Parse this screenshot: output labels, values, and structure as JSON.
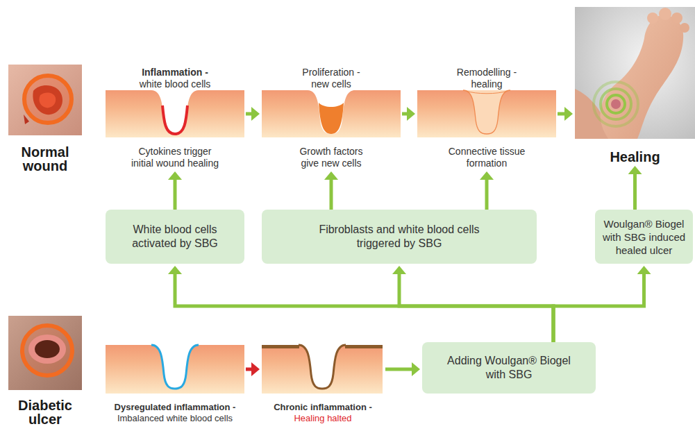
{
  "diagram": {
    "nodes": [
      {
        "text": [
          "Normal wound"
        ]
      },
      {
        "text": [
          "Inflammation -",
          "white blood cells",
          "Cytokines trigger initial wound healing"
        ]
      },
      {
        "text": [
          "Proliferation - new cells",
          "Growth factors give new cells"
        ]
      },
      {
        "text": [
          "Remodelling - healing",
          "Connective tissue formation"
        ]
      },
      {
        "text": [
          "Healing"
        ]
      },
      {
        "text": [
          "White blood cells activated by SBG"
        ]
      },
      {
        "text": [
          "Fibroblasts and white blood cells triggered by SBG"
        ]
      },
      {
        "text": [
          "Woulgan® Biogel with SBG induced healed ulcer"
        ]
      },
      {
        "text": [
          "Diabetic ulcer"
        ]
      },
      {
        "text": [
          "Dysregulated inflammation -",
          "Imbalanced white blood cells"
        ]
      },
      {
        "text": [
          "Chronic inflammation -",
          "Healing halted"
        ]
      },
      {
        "text": [
          "Adding Woulgan® Biogel with SBG"
        ]
      }
    ],
    "edges": [
      {
        "from": 1,
        "to": 2,
        "arrow": "to"
      },
      {
        "from": 2,
        "to": 3,
        "arrow": "to"
      },
      {
        "from": 3,
        "to": 4,
        "arrow": "to"
      },
      {
        "from": 5,
        "to": 1,
        "arrow": "to"
      },
      {
        "from": 6,
        "to": 2,
        "arrow": "to"
      },
      {
        "from": 6,
        "to": 3,
        "arrow": "to"
      },
      {
        "from": 7,
        "to": 4,
        "arrow": "to"
      },
      {
        "from": 9,
        "to": 10,
        "arrow": "to"
      },
      {
        "from": 10,
        "to": 11,
        "arrow": "to"
      },
      {
        "from": 11,
        "to": 5,
        "arrow": "to"
      },
      {
        "from": 11,
        "to": 6,
        "arrow": "to"
      },
      {
        "from": 11,
        "to": 7,
        "arrow": "to"
      }
    ]
  }
}
